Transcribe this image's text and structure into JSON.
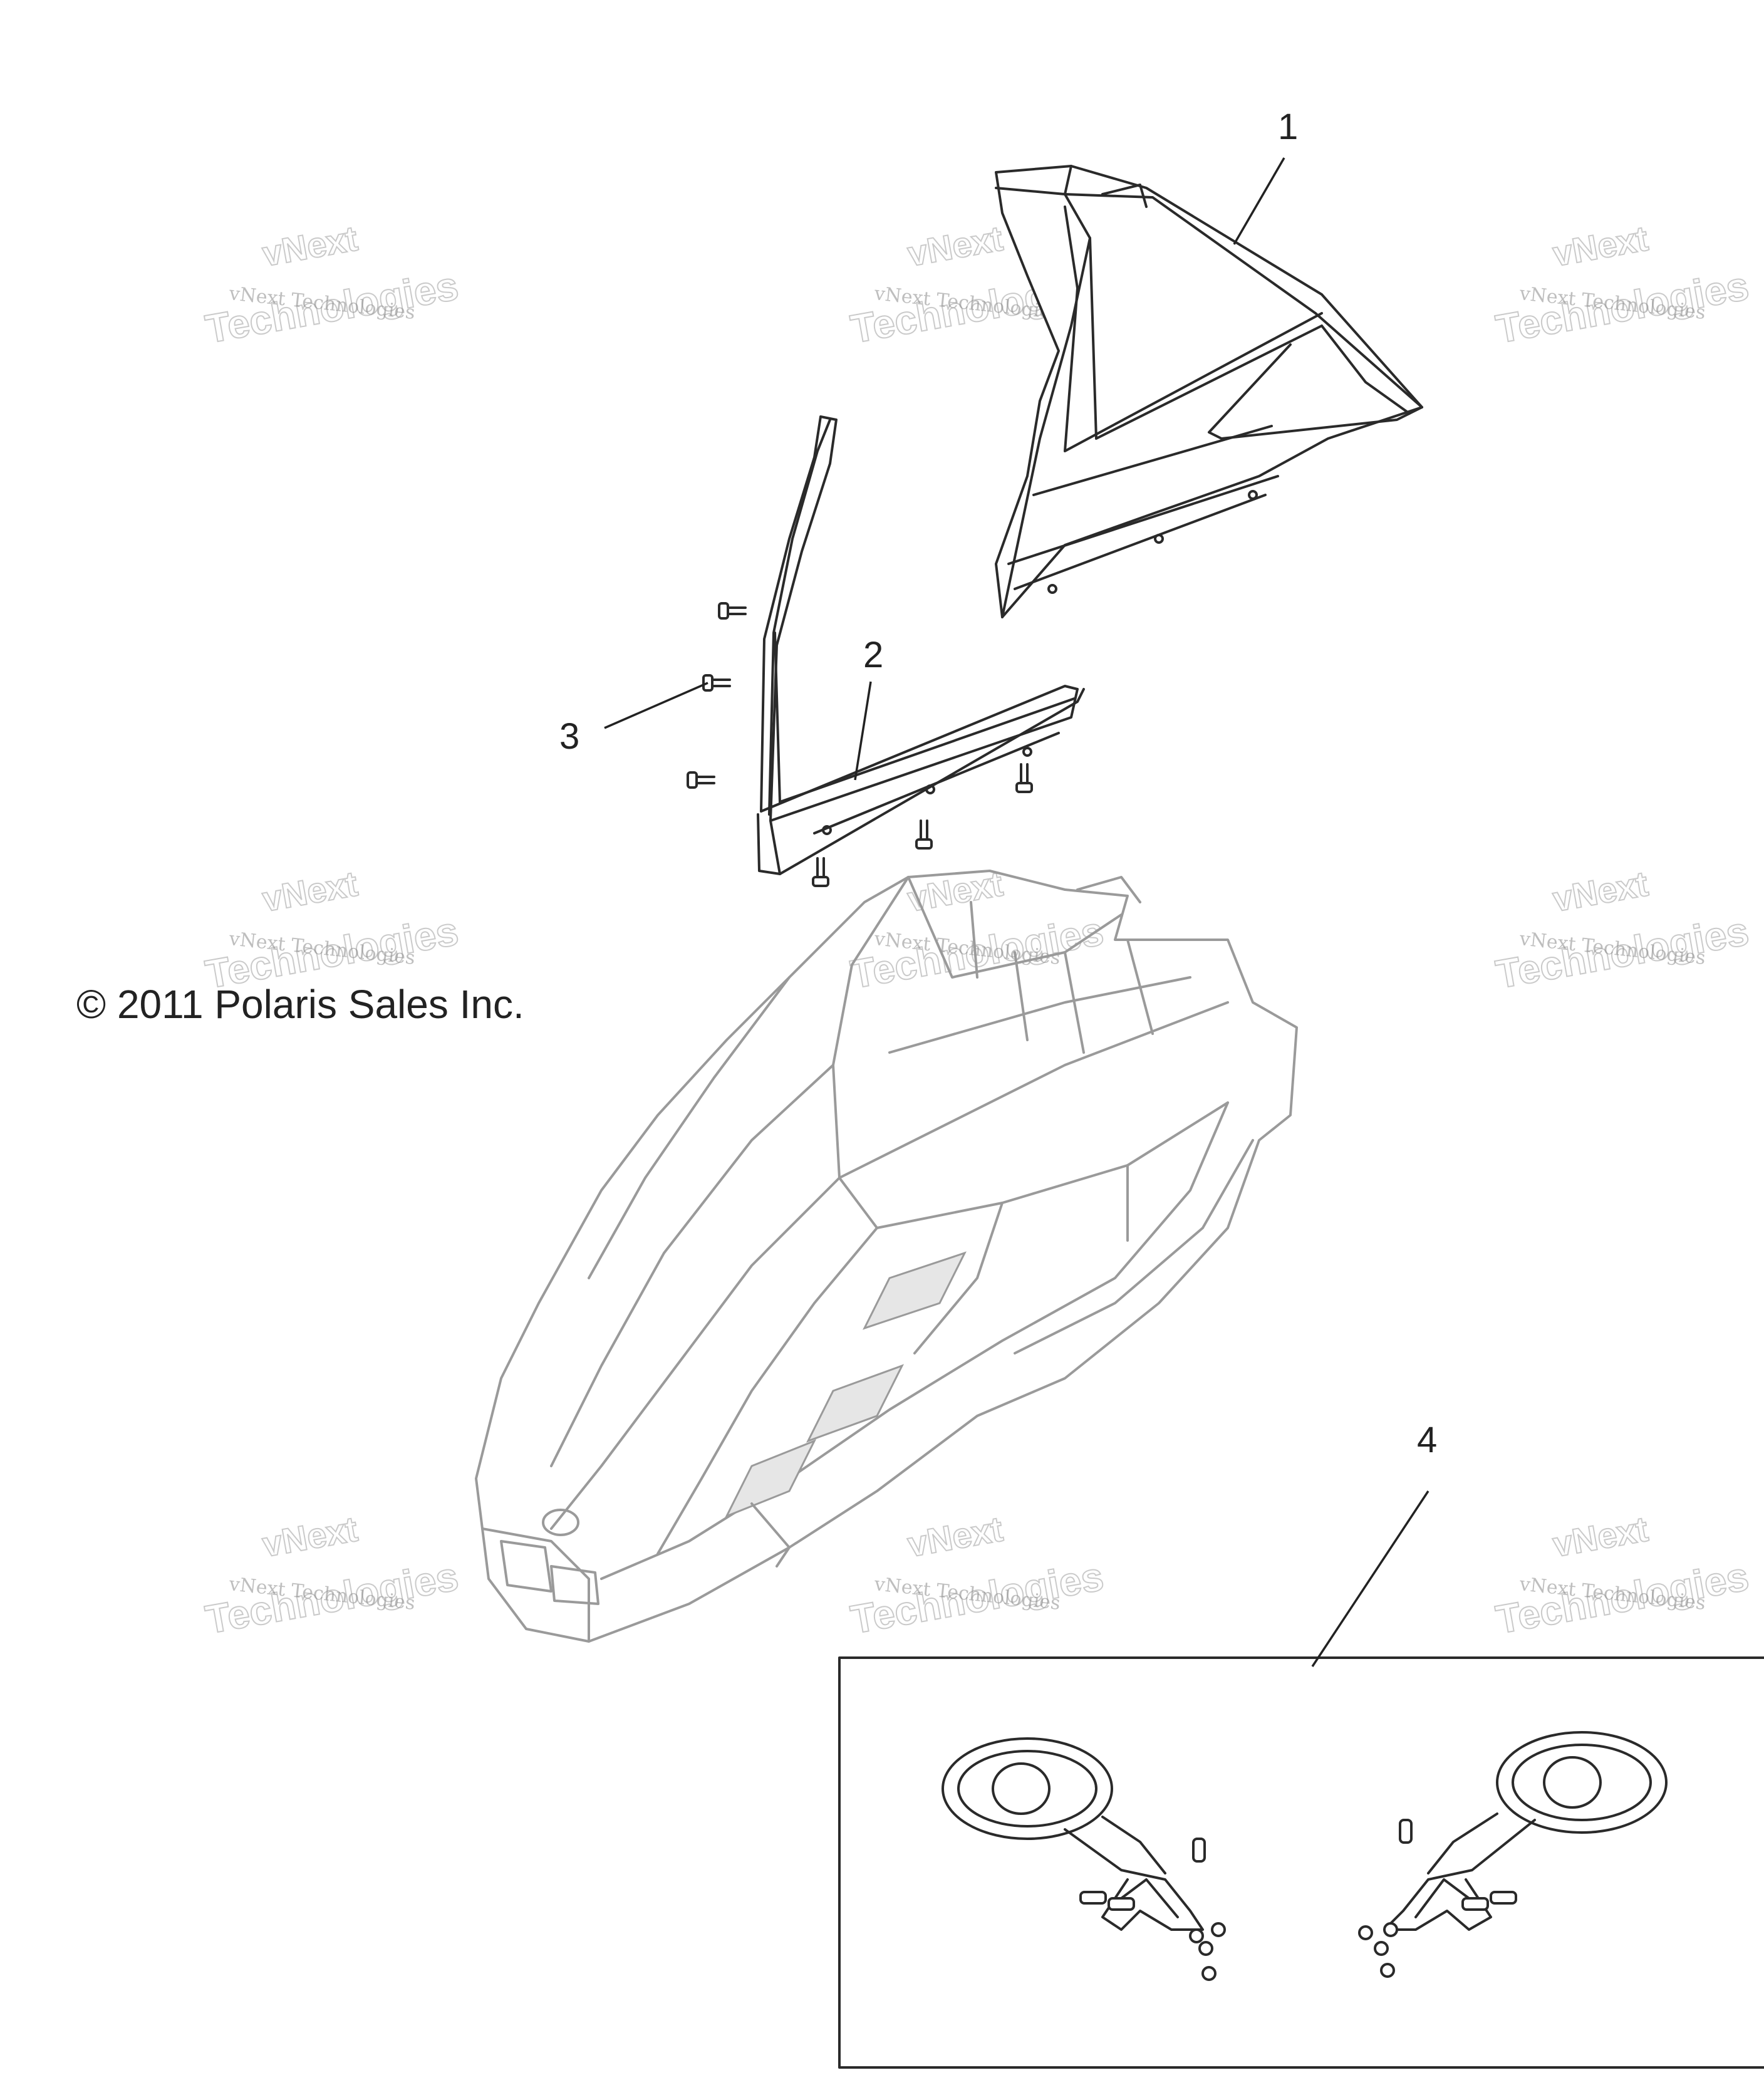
{
  "diagram": {
    "copyright": "© 2011 Polaris Sales Inc.",
    "callouts": [
      "1",
      "2",
      "3",
      "4"
    ],
    "watermark": {
      "line_small": "vNext Technologies",
      "line_big_top": "vNext",
      "line_big_bottom": "Technologies"
    },
    "colors": {
      "line": "#2a2a2a",
      "body": "#9a9a9a",
      "watermark": "#8a8a8a"
    }
  }
}
